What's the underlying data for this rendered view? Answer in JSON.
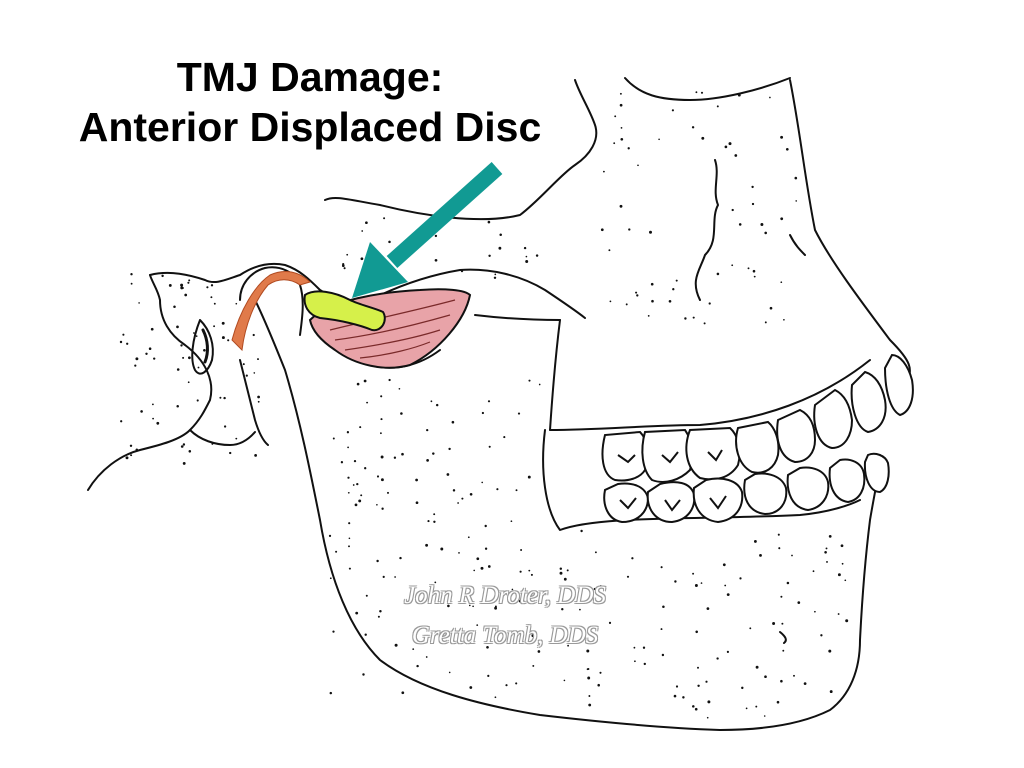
{
  "title": {
    "line1": "TMJ Damage:",
    "line2": "Anterior Displaced Disc"
  },
  "credits": {
    "line1": "John R Droter, DDS",
    "line2": "Gretta Tomb, DDS"
  },
  "colors": {
    "arrow": "#119a93",
    "disc": "#d6f04a",
    "muscle": "#e8a3a8",
    "ligament": "#e07a4a",
    "ink": "#111111",
    "watermark": "#9a9a9a"
  },
  "icons": {
    "pointer": "arrow-icon"
  }
}
